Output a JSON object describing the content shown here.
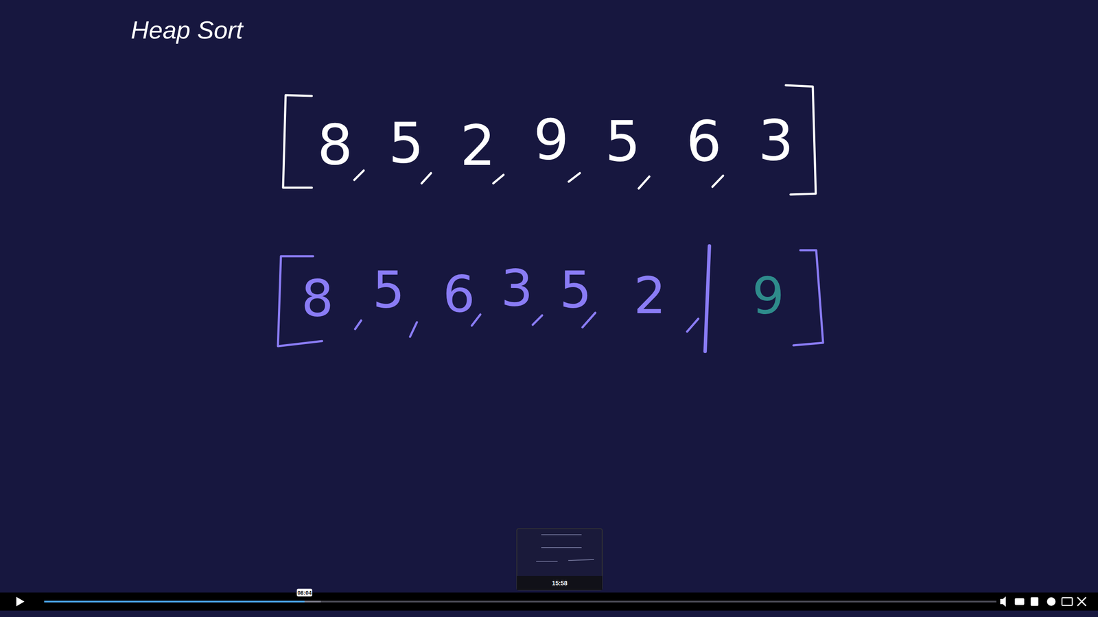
{
  "diagram": {
    "title": "Heap Sort",
    "labels": [
      "8",
      "5",
      "2",
      "9",
      "5",
      "6",
      "3",
      "8",
      "5",
      "6",
      "3",
      "5",
      "2",
      "9",
      "08:04",
      "15:58"
    ]
  }
}
